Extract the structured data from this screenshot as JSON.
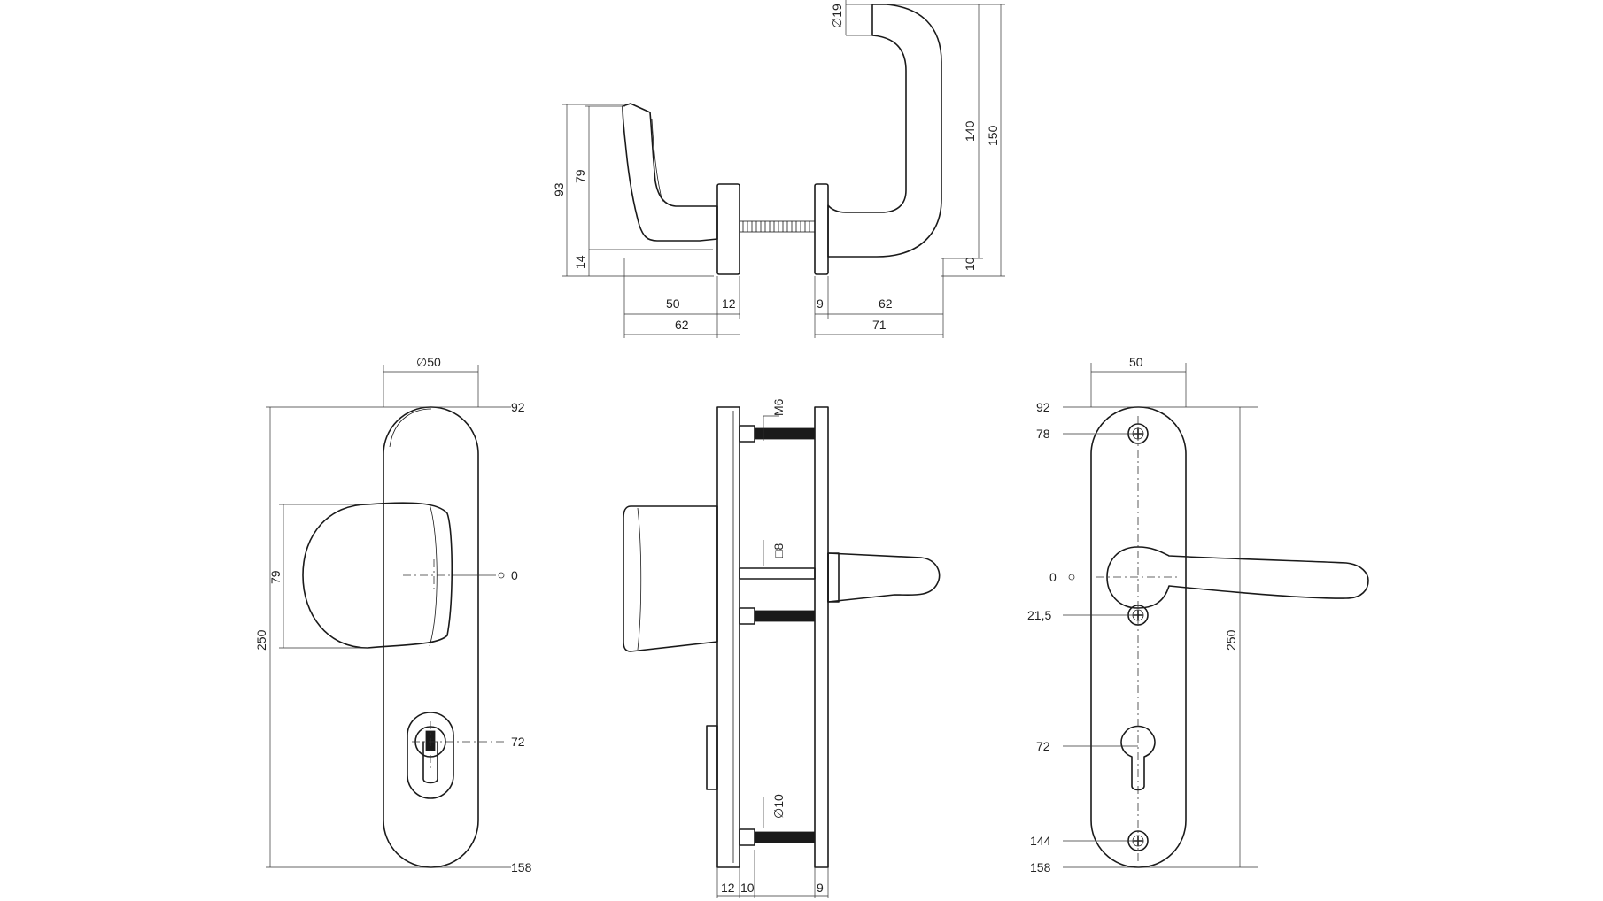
{
  "top_view": {
    "diameter_19": "∅19",
    "height_93": "93",
    "height_79": "79",
    "height_14": "14",
    "height_140": "140",
    "height_150": "150",
    "height_10": "10",
    "width_50": "50",
    "width_12": "12",
    "width_9": "9",
    "width_62_right": "62",
    "width_62_left": "62",
    "width_71": "71"
  },
  "knob_view": {
    "diameter_50": "∅50",
    "mark_92": "92",
    "mark_0": "0",
    "mark_72": "72",
    "mark_158": "158",
    "height_79": "79",
    "height_250": "250"
  },
  "side_view": {
    "thread_m6": "M6",
    "square_8": "□8",
    "diameter_10": "∅10",
    "width_12": "12",
    "width_10": "10",
    "width_9": "9"
  },
  "lever_view": {
    "width_50": "50",
    "mark_92": "92",
    "mark_78": "78",
    "mark_0": "0",
    "mark_21_5": "21,5",
    "mark_72": "72",
    "mark_144": "144",
    "mark_158": "158",
    "height_250": "250"
  }
}
